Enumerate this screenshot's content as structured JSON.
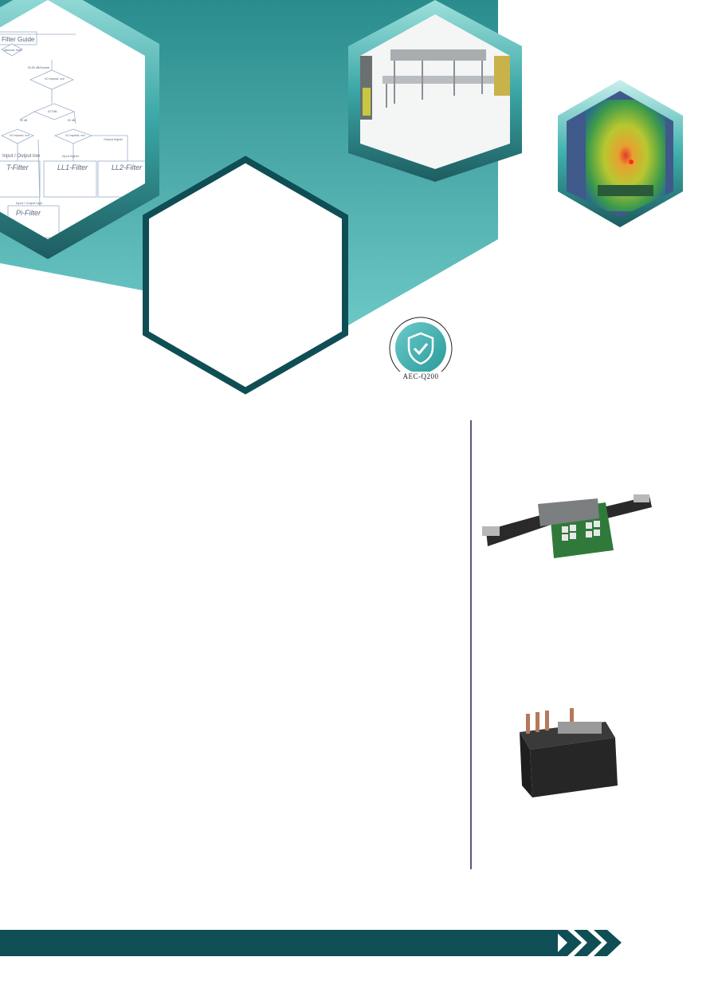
{
  "filter_guide": {
    "title": "Filter Guide",
    "decisions": [
      "Attenuat. level",
      "60-80 dB/Decade",
      "I/O Impeda. nce",
      "ATT/dB",
      "40 dB",
      "60 dB",
      "I/O Impeda. nce",
      "I/O Impeda. nce"
    ],
    "branches": [
      "Input / Output low",
      "Input higher",
      "Output higher",
      "Input / Output high"
    ],
    "filters": [
      "T-Filter",
      "LL1-Filter",
      "LL2-Filter",
      "Pi-Filter"
    ]
  },
  "badge": {
    "label": "AEC-Q200"
  },
  "colors": {
    "teal_dark": "#0f4e54",
    "teal": "#2a8f8f",
    "teal_light": "#6cc7c4",
    "divider": "#55597a"
  }
}
